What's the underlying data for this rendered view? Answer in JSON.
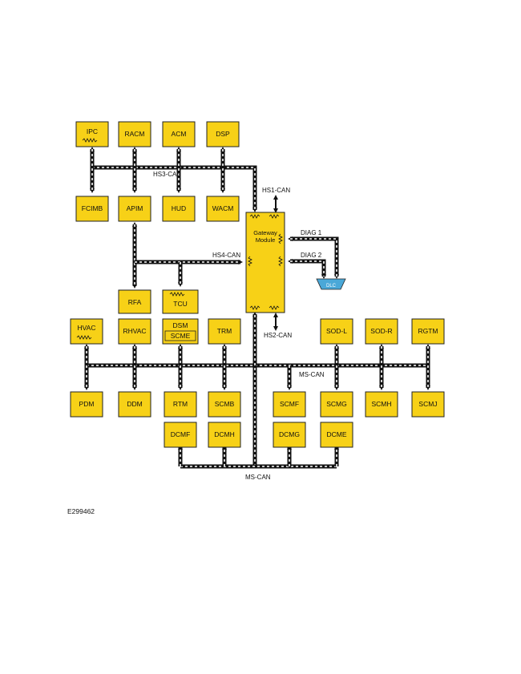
{
  "figure_id": "E299462",
  "buses": {
    "hs1": "HS1-CAN",
    "hs2": "HS2-CAN",
    "hs3": "HS3-CAN",
    "hs4": "HS4-CAN",
    "ms_upper": "MS-CAN",
    "ms_lower": "MS-CAN",
    "diag1": "DIAG 1",
    "diag2": "DIAG 2"
  },
  "gateway": {
    "line1": "Gateway",
    "line2": "Module"
  },
  "dlc": "DLC",
  "modules": {
    "ipc": "IPC",
    "racm": "RACM",
    "acm": "ACM",
    "dsp": "DSP",
    "fcimb": "FCIMB",
    "apim": "APIM",
    "hud": "HUD",
    "wacm": "WACM",
    "rfa": "RFA",
    "tcu": "TCU",
    "hvac": "HVAC",
    "rhvac": "RHVAC",
    "dsm": "DSM",
    "scme": "SCME",
    "trm": "TRM",
    "sod_l": "SOD-L",
    "sod_r": "SOD-R",
    "rgtm": "RGTM",
    "pdm": "PDM",
    "ddm": "DDM",
    "rtm": "RTM",
    "scmb": "SCMB",
    "scmf": "SCMF",
    "scmg": "SCMG",
    "scmh": "SCMH",
    "scmj": "SCMJ",
    "dcmf": "DCMF",
    "dcmh": "DCMH",
    "dcmg": "DCMG",
    "dcme": "DCME"
  },
  "colors": {
    "module_fill": "#f7d117",
    "dlc_fill": "#4aa8d8",
    "bus": "#111111"
  }
}
